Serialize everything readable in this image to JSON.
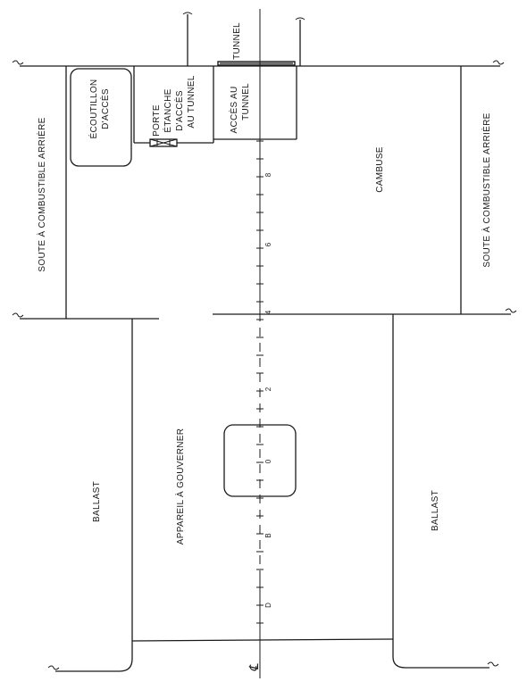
{
  "labels": {
    "soute_left": "SOUTE À COMBUSTIBLE ARRIÈRE",
    "soute_right": "SOUTE À COMBUSTIBLE ARRIÈRE",
    "ecoutillon_1": "ÉCOUTILLON",
    "ecoutillon_2": "D'ACCÈS",
    "porte_1": "PORTE",
    "porte_2": "ÉTANCHE",
    "porte_3": "D'ACCÈS",
    "porte_4": "AU TUNNEL",
    "acces_1": "ACCÈS AU",
    "acces_2": "TUNNEL",
    "tunnel": "TUNNEL",
    "cambuse": "CAMBUSE",
    "ballast_left": "BALLAST",
    "ballast_right": "BALLAST",
    "appareil": "APPAREIL À GOUVERNER",
    "centerline": "℄"
  },
  "frames": [
    "8",
    "6",
    "4",
    "2",
    "0",
    "B",
    "D"
  ]
}
